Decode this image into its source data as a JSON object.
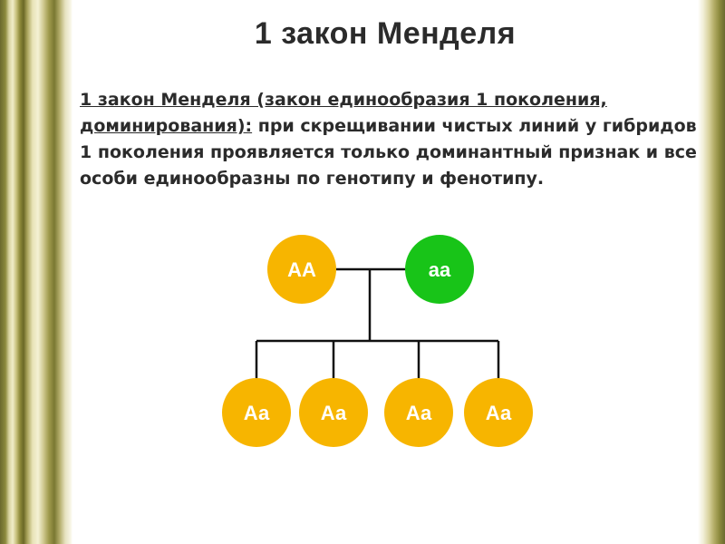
{
  "title": "1 закон Менделя",
  "paragraph": {
    "lead": "1 закон Менделя (закон единообразия 1 поколения, доминирования):",
    "rest": " при скрещивании чистых линий у гибридов 1 поколения проявляется только доминантный признак и все особи единообразны по генотипу и фенотипу."
  },
  "parents": [
    {
      "label": "АА",
      "color": "#f7b500",
      "text_color": "#ffffff"
    },
    {
      "label": "аа",
      "color": "#18c418",
      "text_color": "#ffffff"
    }
  ],
  "offspring": [
    {
      "label": "Аа",
      "color": "#f7b500",
      "text_color": "#ffffff"
    },
    {
      "label": "Аа",
      "color": "#f7b500",
      "text_color": "#ffffff"
    },
    {
      "label": "Аа",
      "color": "#f7b500",
      "text_color": "#ffffff"
    },
    {
      "label": "Аа",
      "color": "#f7b500",
      "text_color": "#ffffff"
    }
  ]
}
